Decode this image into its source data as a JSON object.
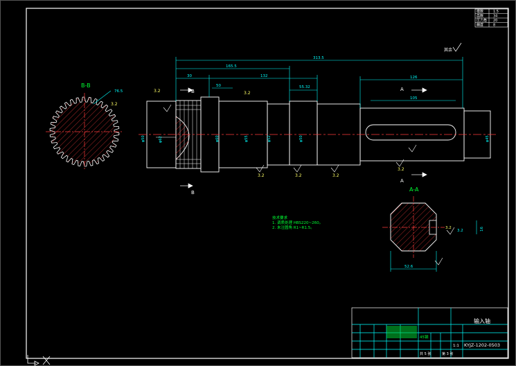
{
  "colors": {
    "background": "#000000",
    "frame": "#ffffff",
    "geometry": "#ffffff",
    "dimension": "#00ffff",
    "centerline": "#ff3b3b",
    "hatch": "#ff3b3b",
    "notes": "#00ff33",
    "titleblock": "#00ffff",
    "title_fill": "#00cc33",
    "roughness": "#ffff66"
  },
  "section_bb": {
    "label": "B-B",
    "angle_note": "76.5",
    "roughness": "3.2"
  },
  "section_aa": {
    "label": "A-A",
    "dims": [
      "52.6",
      "3.2",
      "16"
    ],
    "roughness": "3.2"
  },
  "main_view": {
    "overall_dims": [
      "313.5",
      "165.5",
      "132",
      "30",
      "50",
      "55.32",
      "126",
      "105"
    ],
    "roughness_marks": [
      "3.2",
      "3.2",
      "3.2",
      "3.2",
      "3.2",
      "3.2"
    ],
    "section_markers": [
      "A",
      "A",
      "B",
      "B"
    ],
    "vertical_dims": [
      "φ50",
      "φ62",
      "φ60",
      "φ55",
      "φ52",
      "φ50",
      "φ45"
    ]
  },
  "corner_roughness": "其余",
  "tech_notes": {
    "heading": "技术要求",
    "lines": [
      "1. 调质处理 HBS220~260。",
      "2. 未注圆角 R1~R1.5。"
    ]
  },
  "corner_table": [
    "模数",
    "齿数",
    "压力角",
    "精度"
  ],
  "title_block": {
    "part_name": "输入轴",
    "drawing_no": "KYJZ-1202-0503",
    "scale": "1:1",
    "sheet": "共 5 张",
    "sheet_no": "第 3 张",
    "material": "45钢"
  }
}
